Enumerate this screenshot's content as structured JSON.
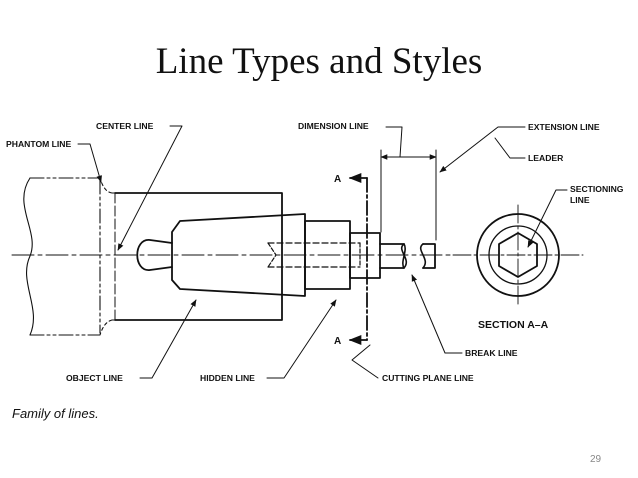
{
  "slide": {
    "title": "Line Types and Styles",
    "page_number": "29"
  },
  "diagram": {
    "labels": {
      "phantom_line": "PHANTOM LINE",
      "center_line": "CENTER LINE",
      "dimension_line": "DIMENSION LINE",
      "extension_line": "EXTENSION LINE",
      "leader": "LEADER",
      "sectioning_line_1": "SECTIONING",
      "sectioning_line_2": "LINE",
      "section_aa": "SECTION A–A",
      "break_line": "BREAK LINE",
      "object_line": "OBJECT LINE",
      "hidden_line": "HIDDEN LINE",
      "cutting_plane_line": "CUTTING PLANE LINE",
      "cut_arrow_top": "A",
      "cut_arrow_bottom": "A"
    },
    "caption": "Family of lines."
  }
}
